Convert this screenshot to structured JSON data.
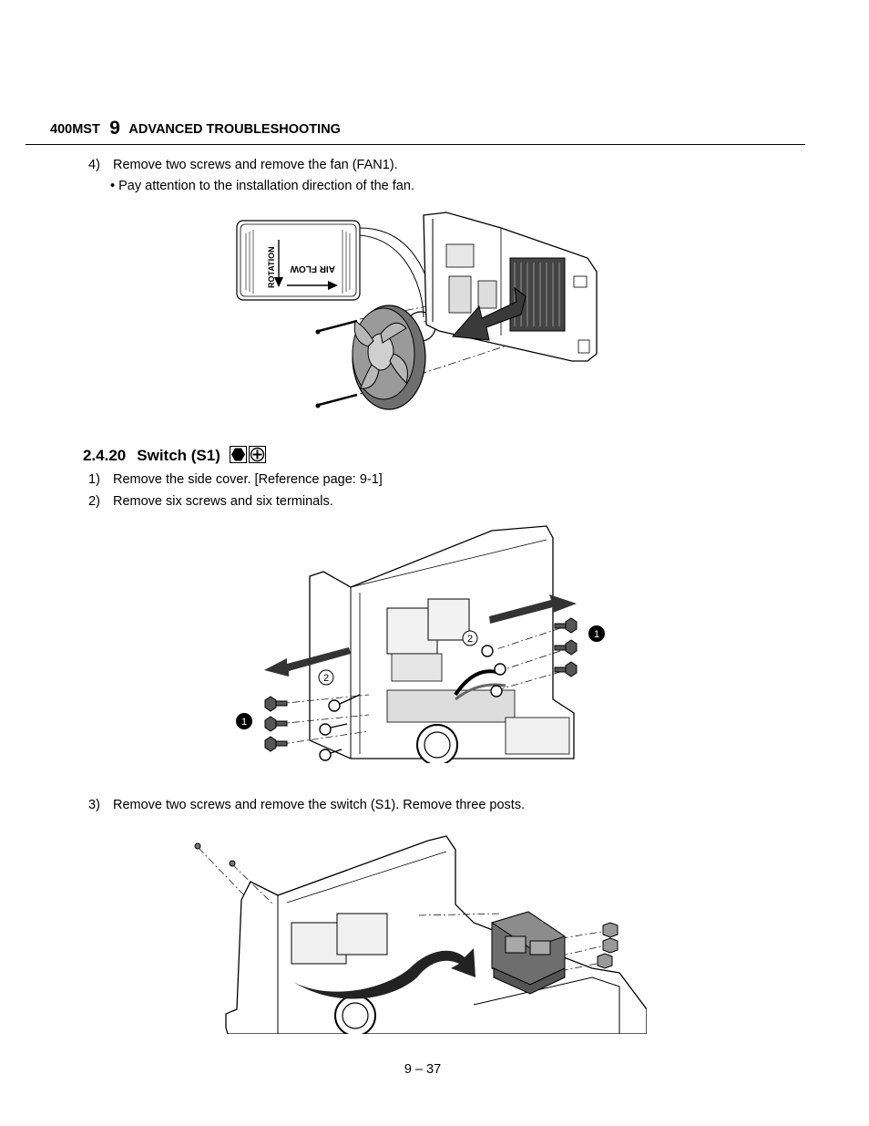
{
  "header": {
    "model": "400MST",
    "chapter_number": "9",
    "chapter_title": "ADVANCED TROUBLESHOOTING"
  },
  "fan_section": {
    "step_number": "4)",
    "step_text": "Remove two screws and remove the fan (FAN1).",
    "bullet_symbol": "•",
    "bullet_text": "Pay attention to the installation direction of the fan.",
    "figure": {
      "label_rotation": "ROTATION",
      "label_air_flow": "AIR FLOW"
    }
  },
  "switch_section": {
    "number": "2.4.20",
    "title": "Switch (S1)",
    "icons": [
      "hex-socket-icon",
      "phillips-screwdriver-icon"
    ],
    "steps": [
      {
        "number": "1)",
        "text": "Remove the side cover. [Reference page: 9-1]"
      },
      {
        "number": "2)",
        "text": "Remove six screws and six terminals."
      },
      {
        "number": "3)",
        "text": "Remove two screws and remove the switch (S1). Remove three posts."
      }
    ],
    "figure_callouts": {
      "callout_1": "1",
      "callout_2": "2"
    }
  },
  "footer": {
    "page_number": "9 – 37"
  }
}
